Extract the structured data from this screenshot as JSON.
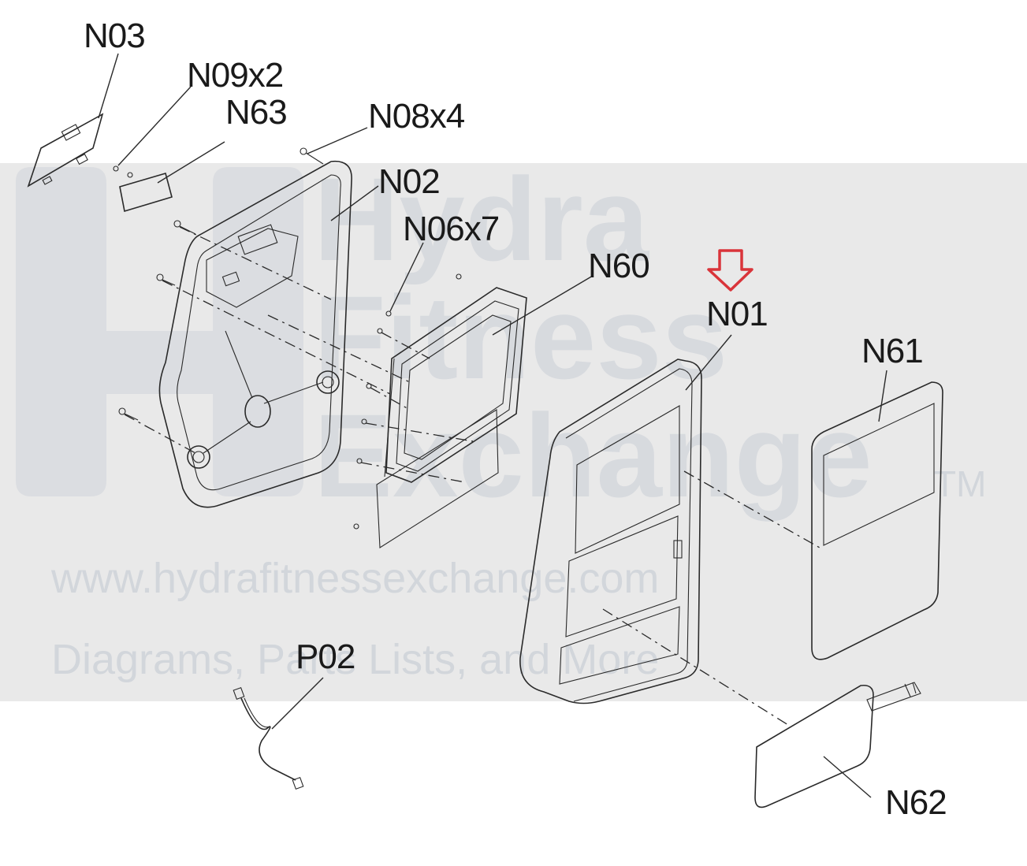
{
  "watermark": {
    "line1": "Hydra",
    "line2": "Fitness",
    "line3": "Exchange",
    "trademark": "TM",
    "url": "www.hydrafitnessexchange.com",
    "tagline": "Diagrams, Parts Lists, and More"
  },
  "labels": {
    "n03": "N03",
    "n09": "N09x2",
    "n63": "N63",
    "n08": "N08x4",
    "n02": "N02",
    "n06": "N06x7",
    "n60": "N60",
    "n01": "N01",
    "n61": "N61",
    "p02": "P02",
    "n62": "N62"
  },
  "highlight": {
    "target_label": "N01",
    "arrow_color": "#d9343a"
  },
  "colors": {
    "watermark_band": "#e9e9e9",
    "line": "#2a2a2a"
  }
}
